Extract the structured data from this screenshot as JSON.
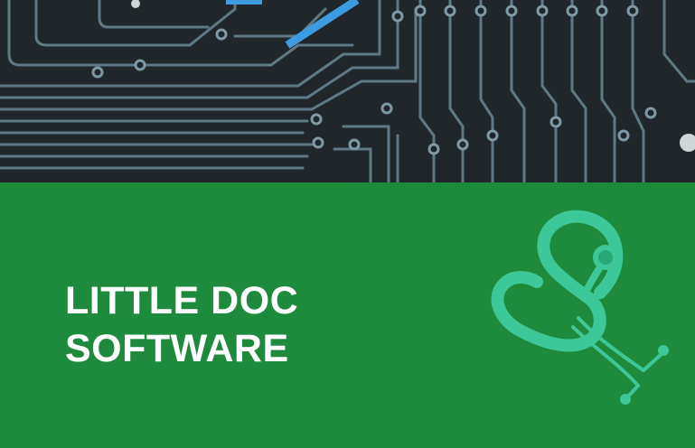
{
  "colors": {
    "green": "#1e8a3c",
    "mint": "#3cc898",
    "board": "#20262a",
    "trace": "#6e8a96",
    "highlight": "#3f9be0"
  },
  "banner": {
    "image": "circuit-board-photo",
    "title_line1": "LITTLE DOC",
    "title_line2": "SOFTWARE"
  },
  "logo": {
    "icon": "ampersand-stethoscope-icon"
  }
}
